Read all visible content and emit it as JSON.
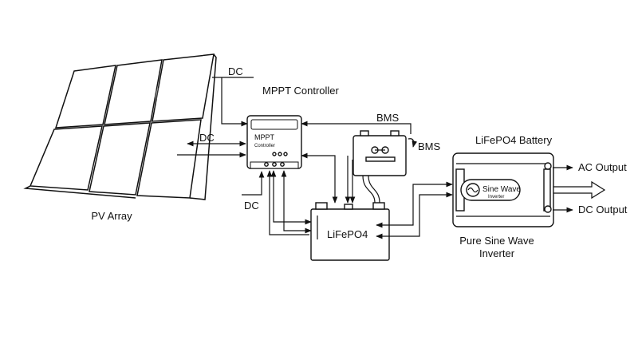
{
  "labels": {
    "pv_array": "PV Array",
    "mppt_controller": "MPPT Controller",
    "dc_top": "DC",
    "dc_mid": "DC",
    "dc_bottom": "DC",
    "bms_top": "BMS",
    "bms_right": "BMS",
    "lifepo4_battery": "LiFePO4 Battery",
    "lifepo4": "LiFePO4",
    "ac_output": "AC Output",
    "dc_output": "DC Output",
    "inverter_line1": "Pure Sine Wave",
    "inverter_line2": "Inverter"
  },
  "controller_face": {
    "line1": "MPPT",
    "line2": "Controller"
  },
  "inverter_face": {
    "line1": "Sine Wave",
    "line2": "Inverter"
  }
}
